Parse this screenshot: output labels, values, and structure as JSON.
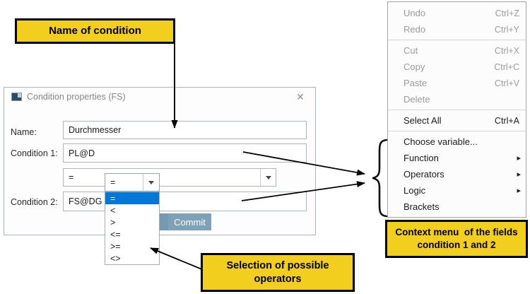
{
  "colors": {
    "accent-yellow": "#F2CE1E",
    "selection-blue": "#0078D7",
    "commit-blue": "#7EA1B8",
    "disabled-gray": "#9B9B9B"
  },
  "icons": {
    "close": "✕",
    "submenu_arrow": "▸",
    "dropdown_arrow": "▼"
  },
  "annotations": {
    "name_box": {
      "label": "Name of condition"
    },
    "context_box": {
      "line1": "Context menu  of the fields",
      "line2": "condition 1 and 2"
    },
    "operators_box": {
      "line1": "Selection of possible",
      "line2": "operators"
    }
  },
  "dialog": {
    "title": "Condition properties (FS)",
    "fields": [
      {
        "label": "Name:",
        "value": "Durchmesser"
      },
      {
        "label": "Condition 1:",
        "value": "PL@D"
      },
      {
        "label": "Condition 2:",
        "value": "FS@DG"
      }
    ],
    "operator_combo": {
      "value": "="
    },
    "commit_label": "Commit"
  },
  "operator_dropdown": {
    "closed_value": "=",
    "options": [
      "=",
      "<",
      ">",
      "<=",
      ">=",
      "<>"
    ],
    "selected_index": 0
  },
  "context_menu": {
    "items": [
      {
        "label": "Undo",
        "shortcut": "Ctrl+Z",
        "enabled": false
      },
      {
        "label": "Redo",
        "shortcut": "Ctrl+Y",
        "enabled": false
      },
      {
        "separator": true
      },
      {
        "label": "Cut",
        "shortcut": "Ctrl+X",
        "enabled": false
      },
      {
        "label": "Copy",
        "shortcut": "Ctrl+C",
        "enabled": false
      },
      {
        "label": "Paste",
        "shortcut": "Ctrl+V",
        "enabled": false
      },
      {
        "label": "Delete",
        "shortcut": "",
        "enabled": false
      },
      {
        "separator": true
      },
      {
        "label": "Select All",
        "shortcut": "Ctrl+A",
        "enabled": true
      },
      {
        "separator": true
      },
      {
        "label": "Choose variable...",
        "shortcut": "",
        "enabled": true
      },
      {
        "label": "Function",
        "submenu": true,
        "enabled": true
      },
      {
        "label": "Operators",
        "submenu": true,
        "enabled": true
      },
      {
        "label": "Logic",
        "submenu": true,
        "enabled": true
      },
      {
        "label": "Brackets",
        "shortcut": "",
        "enabled": true
      }
    ]
  }
}
